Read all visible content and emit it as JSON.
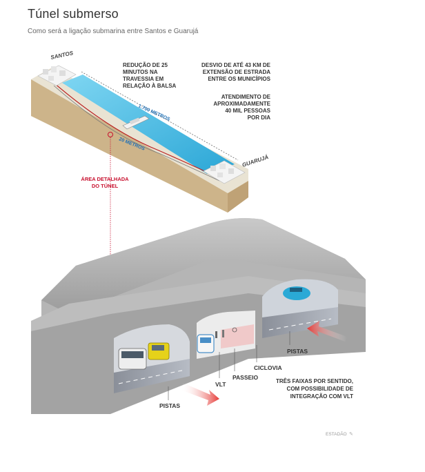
{
  "title": "Túnel submerso",
  "subtitle": "Como será a ligação submarina entre Santos e Guarujá",
  "cities": {
    "left": "SANTOS",
    "right": "GUARUJÁ"
  },
  "measures": {
    "length": "1.700 METROS",
    "depth": "20 METROS"
  },
  "facts": {
    "f1": [
      "REDUÇÃO DE 25",
      "MINUTOS NA",
      "TRAVESSIA EM",
      "RELAÇÃO À BALSA"
    ],
    "f2": [
      "DESVIO DE ATÉ 43 KM DE",
      "EXTENSÃO DE ESTRADA",
      "ENTRE OS MUNICÍPIOS"
    ],
    "f3": [
      "ATENDIMENTO DE",
      "APROXIMADAMENTE",
      "40 MIL PESSOAS",
      "POR DIA"
    ]
  },
  "detail_area": [
    "ÁREA DETALHADA",
    "DO TÚNEL"
  ],
  "tunnel_labels": {
    "pistas_right": "PISTAS",
    "ciclovia": "CICLOVIA",
    "passeio": "PASSEIO",
    "vlt": "VLT",
    "pistas_left": "PISTAS",
    "lanes": [
      "TRÊS FAIXAS POR SENTIDO,",
      "COM POSSIBILIDADE DE",
      "INTEGRAÇÃO COM VLT"
    ]
  },
  "credit": "ESTADÃO",
  "colors": {
    "accent_red": "#c8102e",
    "water": "#3fb8e0",
    "concrete": "#a9a9a9",
    "soil": "#d7c19a"
  }
}
